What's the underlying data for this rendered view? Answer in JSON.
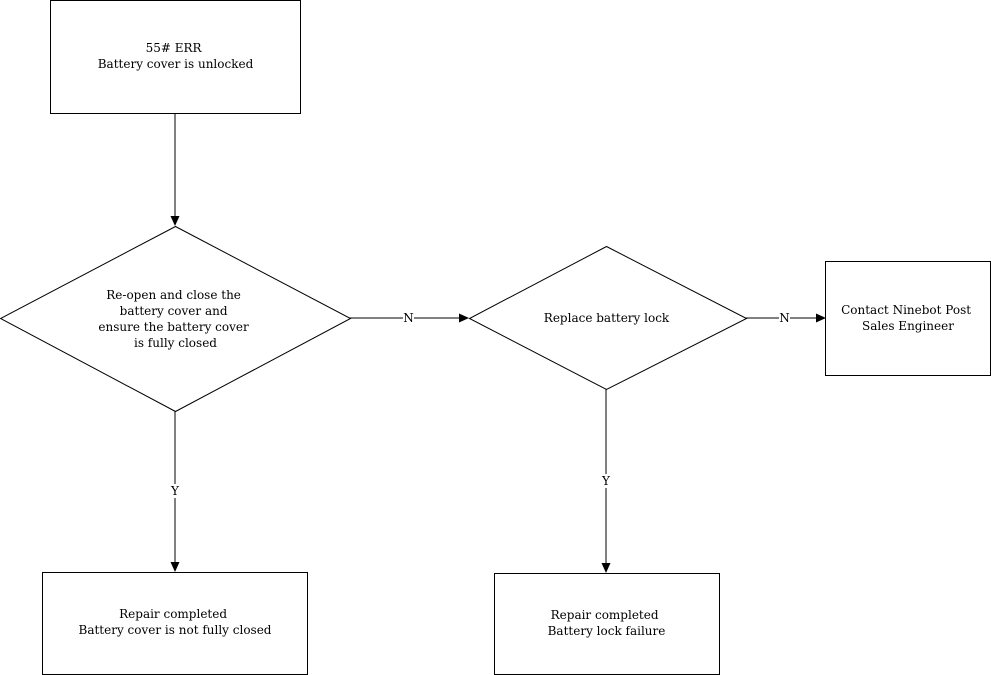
{
  "diagram": {
    "nodes": {
      "start": {
        "shape": "rectangle",
        "lines": [
          "55# ERR",
          "Battery cover is unlocked"
        ]
      },
      "check_cover": {
        "shape": "diamond",
        "lines": [
          "Re-open and close the",
          "battery cover and",
          "ensure the battery cover",
          "is fully closed"
        ]
      },
      "replace_lock": {
        "shape": "diamond",
        "lines": [
          "Replace battery lock"
        ]
      },
      "contact": {
        "shape": "rectangle",
        "lines": [
          "Contact Ninebot Post",
          "Sales Engineer"
        ]
      },
      "done_cover": {
        "shape": "rectangle",
        "lines": [
          "Repair completed",
          "Battery cover is not fully closed"
        ]
      },
      "done_lock": {
        "shape": "rectangle",
        "lines": [
          "Repair completed",
          "Battery lock failure"
        ]
      }
    },
    "edges": {
      "start_to_check": {
        "label": ""
      },
      "check_no": {
        "label": "N"
      },
      "check_yes": {
        "label": "Y"
      },
      "replace_no": {
        "label": "N"
      },
      "replace_yes": {
        "label": "Y"
      }
    }
  },
  "colors": {
    "stroke": "#000000",
    "fill": "#ffffff",
    "text": "#000000"
  }
}
